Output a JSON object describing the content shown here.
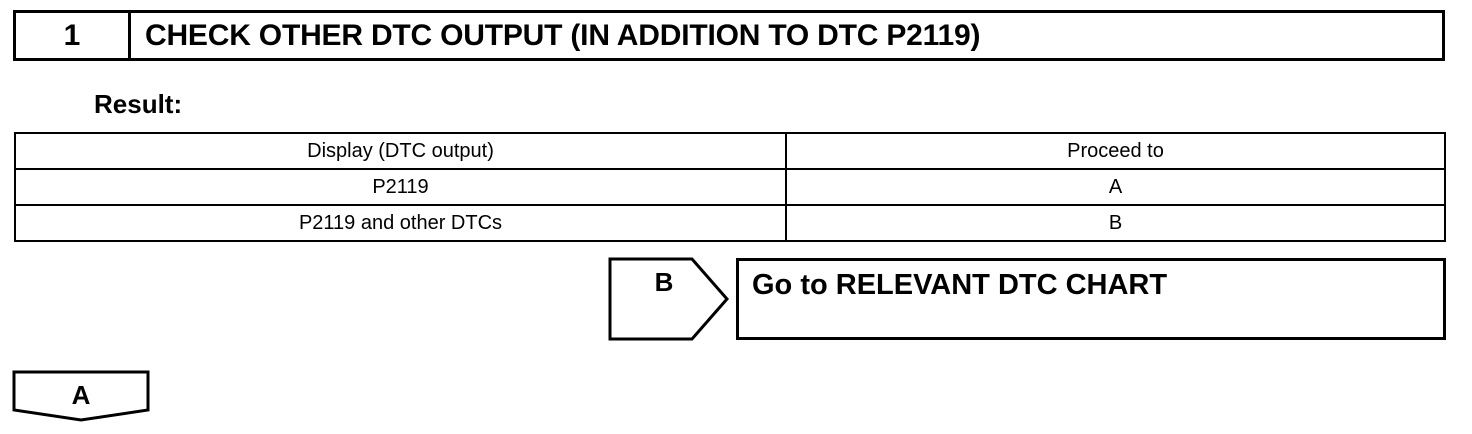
{
  "step": {
    "number": "1",
    "title": "CHECK OTHER DTC OUTPUT (IN ADDITION TO DTC P2119)"
  },
  "result_label": "Result:",
  "table": {
    "headers": [
      "Display (DTC output)",
      "Proceed to"
    ],
    "rows": [
      [
        "P2119",
        "A"
      ],
      [
        "P2119 and other DTCs",
        "B"
      ]
    ]
  },
  "branch_b": {
    "letter": "B",
    "action": "Go to RELEVANT DTC CHART"
  },
  "branch_a": {
    "letter": "A"
  }
}
